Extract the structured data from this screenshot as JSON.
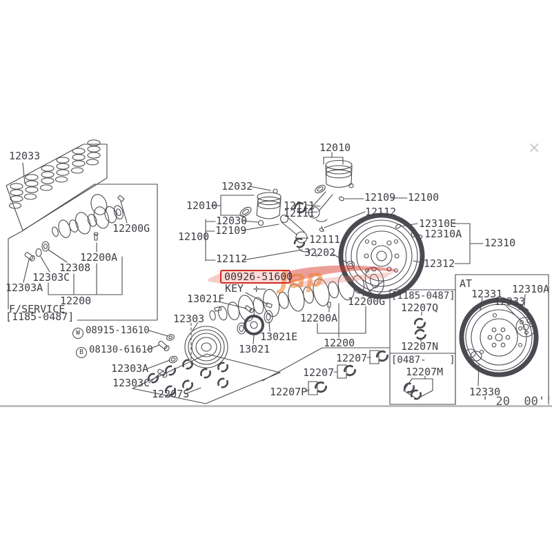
{
  "viewer": {
    "close_icon": "×"
  },
  "watermark": {
    "text": "Jap"
  },
  "key_callout": {
    "part_number": "00926-51600",
    "label": "KEY",
    "arrow": "✛–"
  },
  "colors": {
    "line": "#4a4a50",
    "text": "#3d3d44",
    "highlight_red": "#cf2b1f",
    "watermark_orange": "#ed7d2c"
  },
  "labels": {
    "n12033": "12033",
    "n12200G_left": "12200G",
    "n12200A_left": "12200A",
    "n12308": "12308",
    "n12303C_left": "12303C",
    "n12303A_left": "12303A",
    "n12200_left": "12200",
    "f_service": "F/SERVICE",
    "f_service_range": "[1185-0487]",
    "n12032": "12032",
    "n12010_c": "12010",
    "n12030": "12030",
    "n12109_c": "12109",
    "n12100_c": "12100",
    "n12111_a": "12111",
    "n12111_b": "12111",
    "n12111_c": "12111",
    "n12112_c": "12112",
    "n32202": "32202",
    "n12010_r": "12010",
    "n12109_r": "12109",
    "n12100_r": "12100",
    "n12112_r": "12112",
    "n12310E": "12310E",
    "n12310A_top": "12310A",
    "n12310": "12310",
    "n12312": "12312",
    "n13021F": "13021F",
    "n12303_c": "12303",
    "n13021E": "13021E",
    "n13021": "13021",
    "n12200A_c": "12200A",
    "n12200G_c": "12200G",
    "n12200_c": "12200",
    "w_sym": "W",
    "w_part": "08915-13610",
    "b_sym": "B",
    "b_part": "08130-61610",
    "n12303A_b": "12303A",
    "n12303C_b": "12303C",
    "n12207S": "12207S",
    "n12207_1": "12207",
    "n12207_2": "12207",
    "n12207P": "12207P",
    "box1_header": "[1185-0487]",
    "n12207Q": "12207Q",
    "n12207N": "12207N",
    "box2_header": "[0487-    ]",
    "n12207M": "12207M",
    "at": "AT",
    "n12331": "12331",
    "n12310A_at": "12310A",
    "n12333": "12333",
    "n12330": "12330",
    "partial_code": "' 20  00''"
  }
}
